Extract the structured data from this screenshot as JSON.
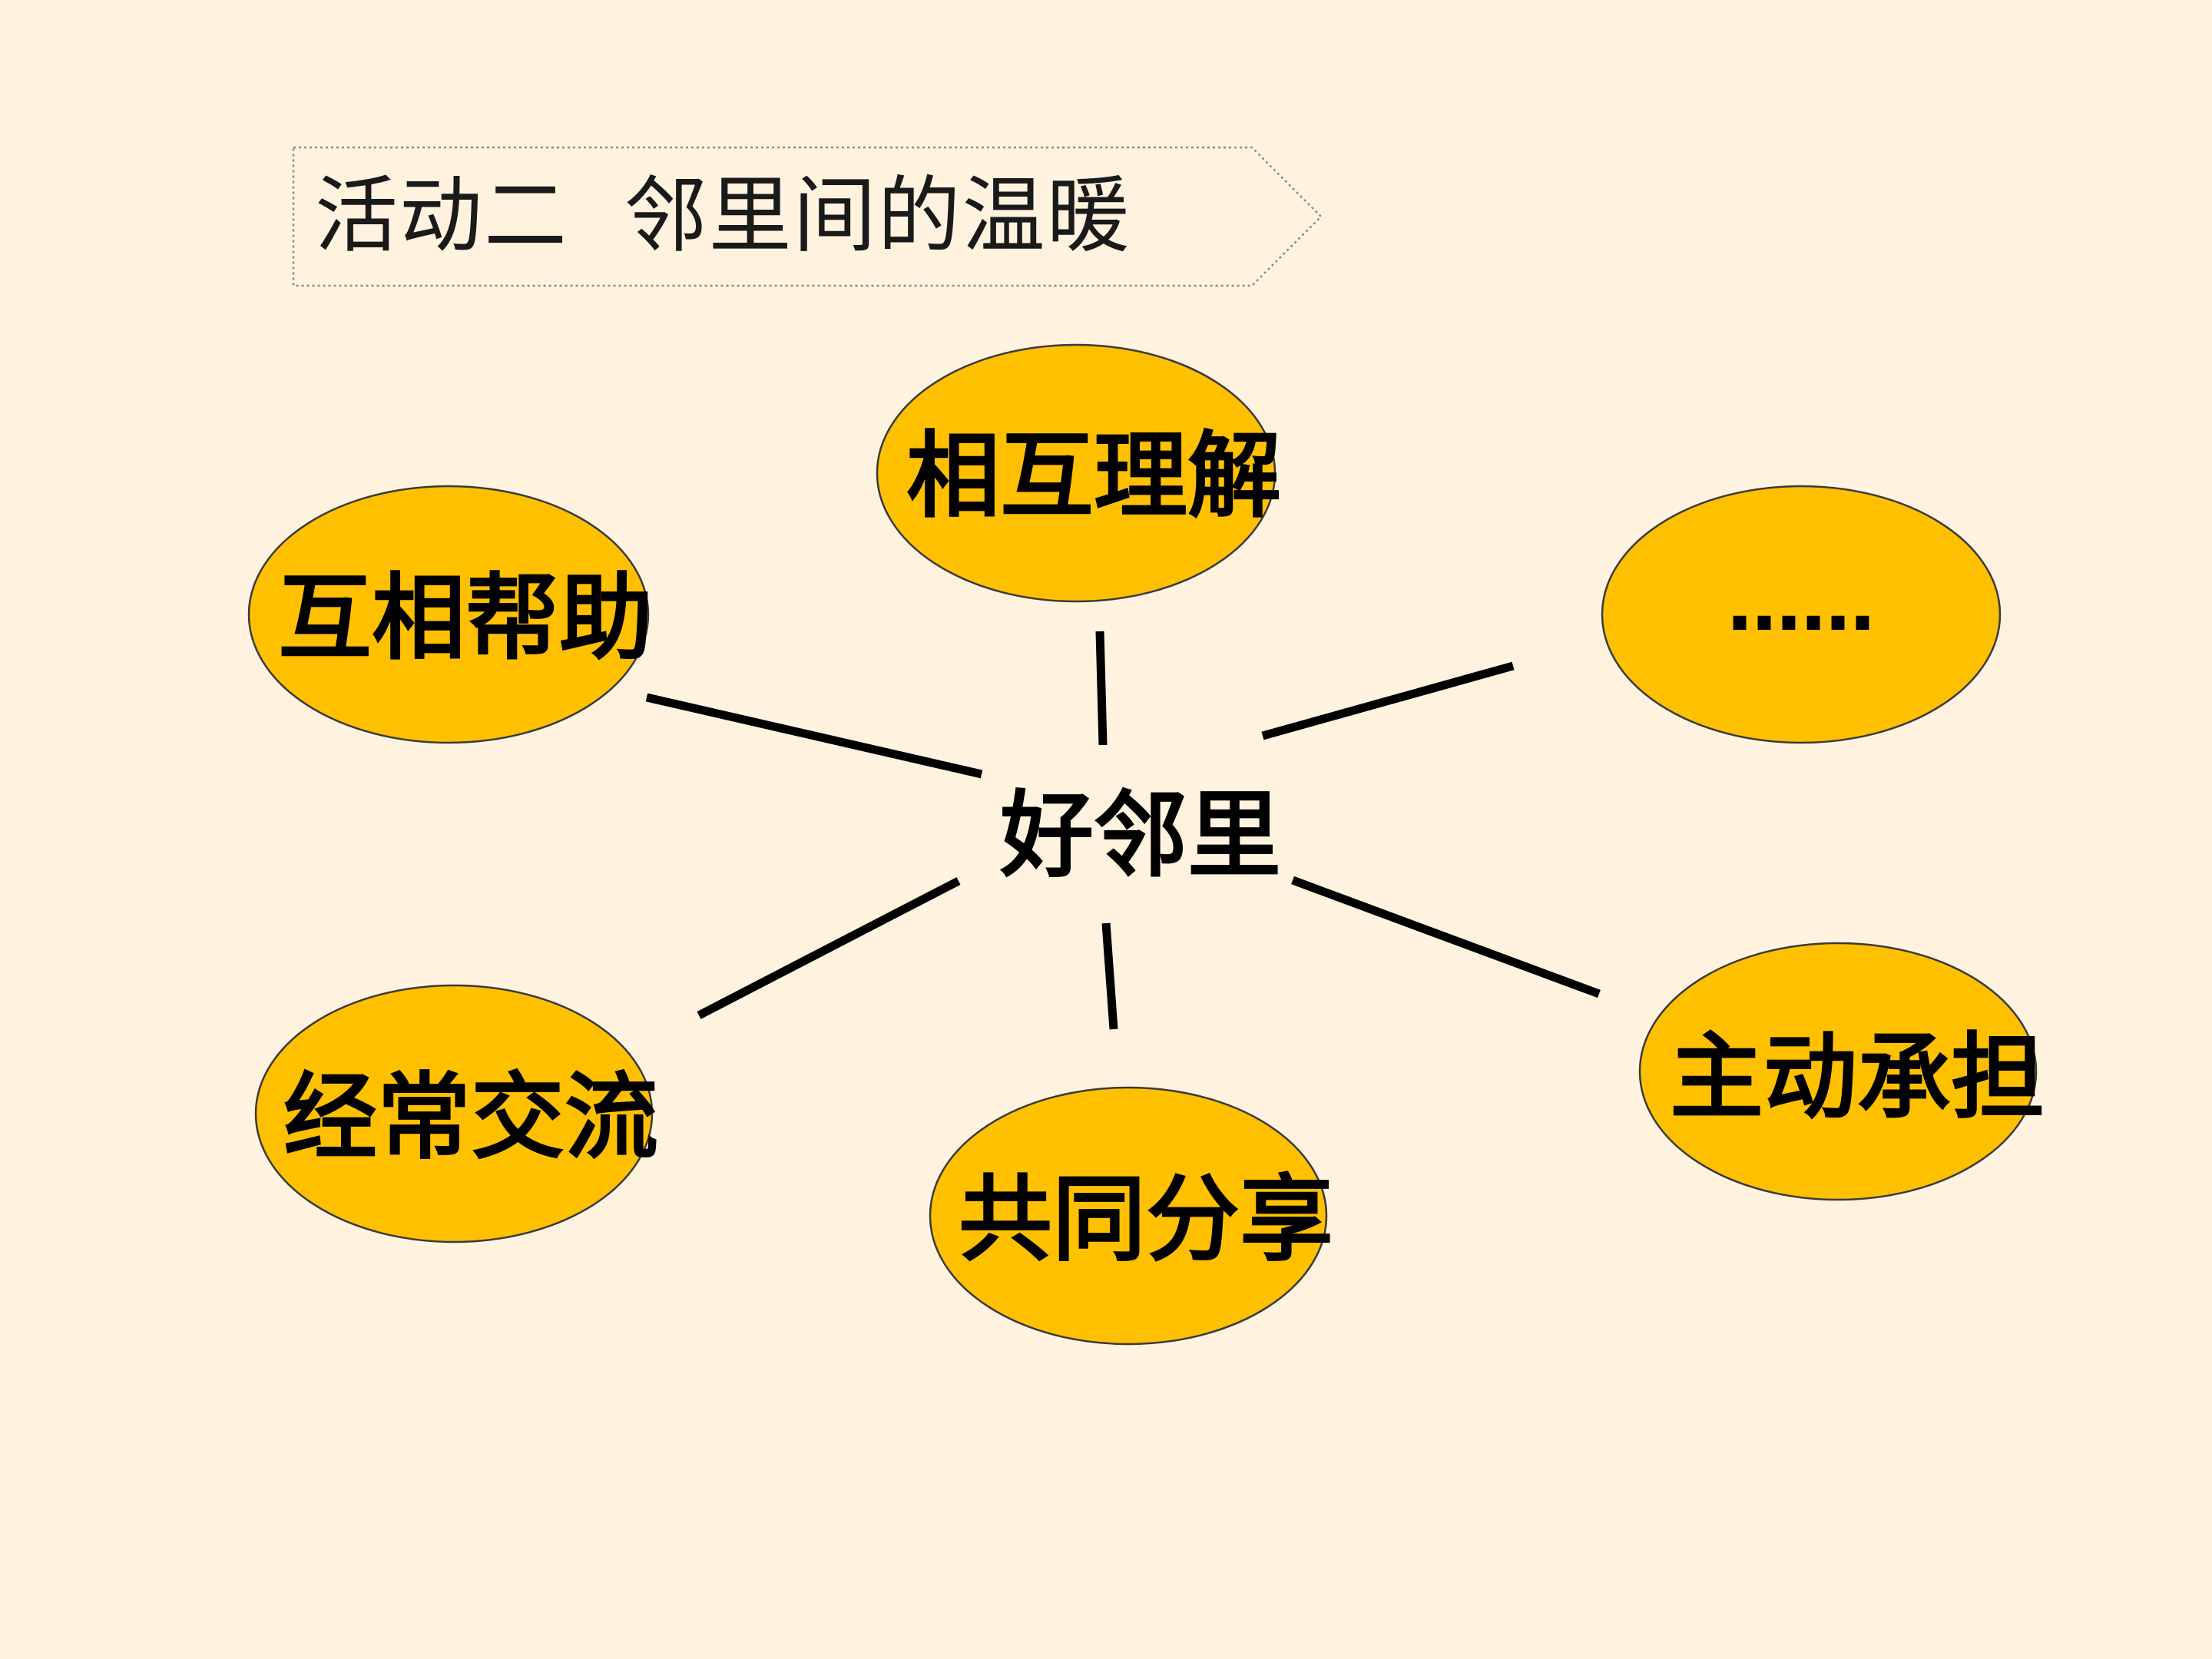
{
  "title": "活动二  邻里间的温暖",
  "center": {
    "label": "好邻里"
  },
  "nodes": [
    {
      "id": "mutual-understanding",
      "label": "相互理解"
    },
    {
      "id": "mutual-help",
      "label": "互相帮助"
    },
    {
      "id": "more",
      "label": "……"
    },
    {
      "id": "frequent-communication",
      "label": "经常交流"
    },
    {
      "id": "sharing-together",
      "label": "共同分享"
    },
    {
      "id": "take-initiative",
      "label": "主动承担"
    }
  ],
  "colors": {
    "background": "#FFF3E0",
    "node_fill": "#FFC000",
    "node_stroke": "#3a3a3a",
    "line": "#000000",
    "text": "#000000"
  }
}
